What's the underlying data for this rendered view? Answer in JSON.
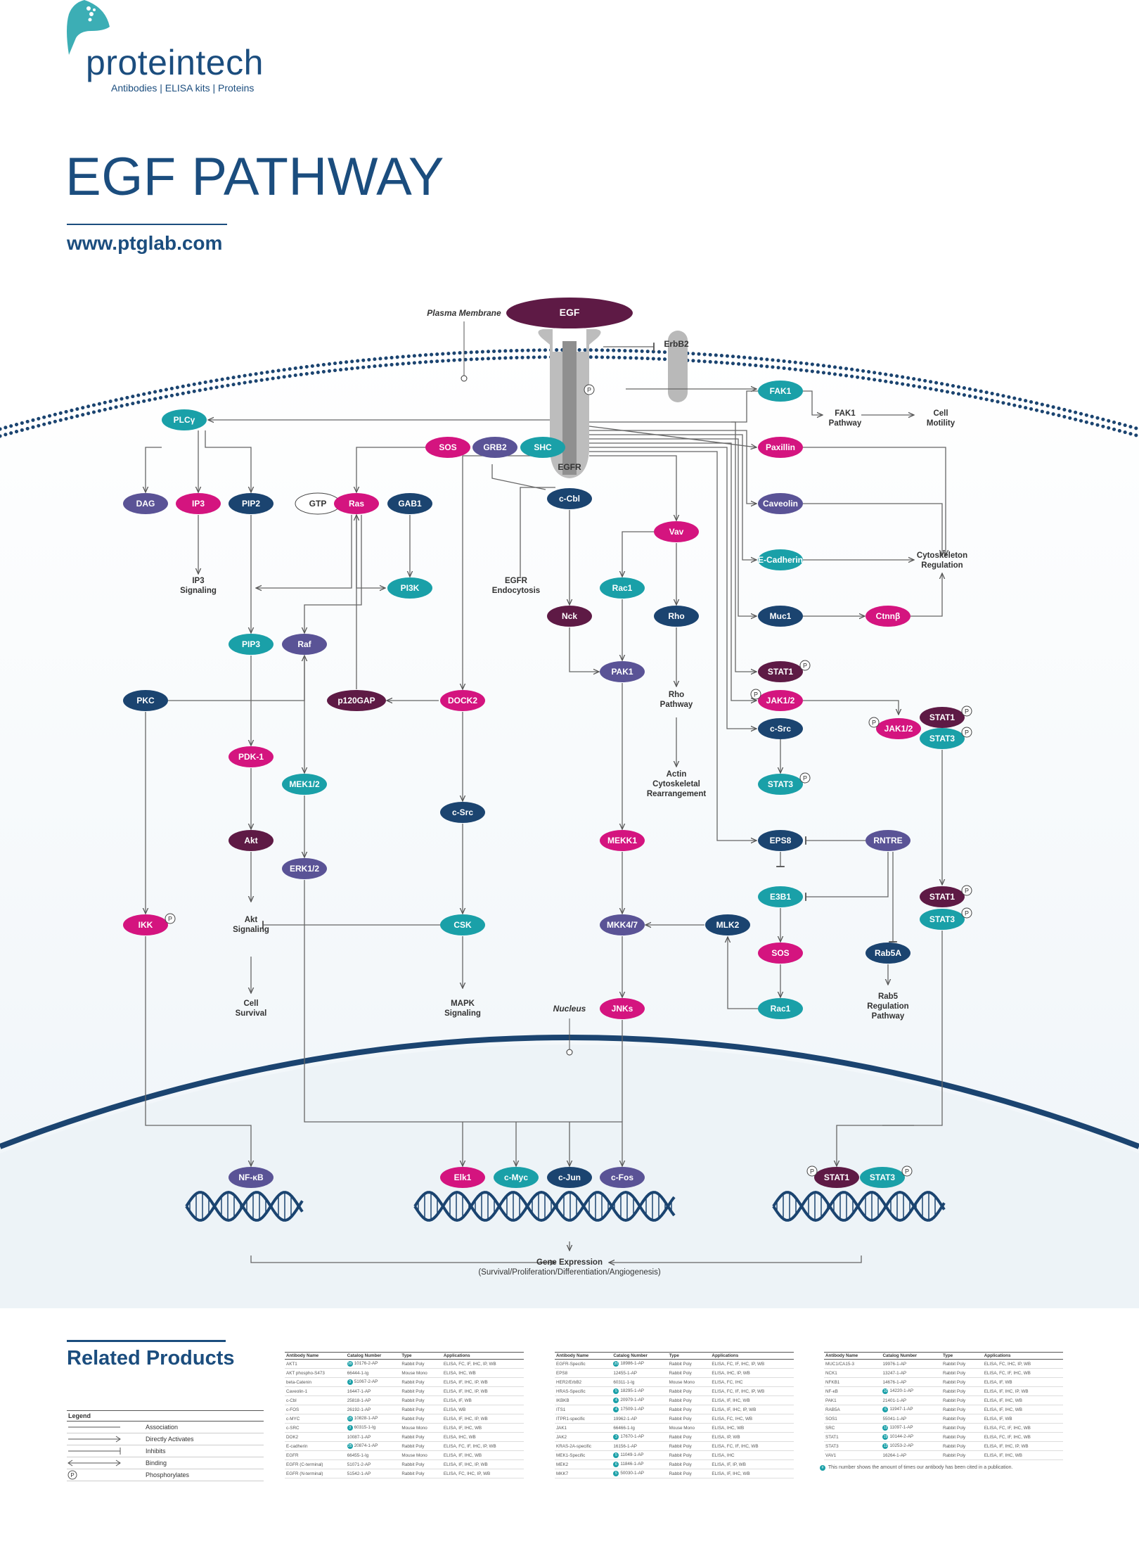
{
  "header": {
    "brand": "proteintech",
    "tagline": "Antibodies  |  ELISA kits  |  Proteins",
    "title": "EGF PATHWAY",
    "url": "www.ptglab.com"
  },
  "colors": {
    "navy": "#1b4470",
    "teal": "#1aa0a8",
    "magenta": "#d4147f",
    "purple": "#5a5396",
    "plum": "#5e1a45",
    "grey": "#b9b9b9",
    "membrane": "#1b4470"
  },
  "diagram": {
    "labels": {
      "plasma_membrane": "Plasma Membrane",
      "nucleus": "Nucleus",
      "fak1_pathway": "FAK1\nPathway",
      "cell_motility": "Cell\nMotility",
      "ip3_signaling": "IP3\nSignaling",
      "egfr_endocytosis": "EGFR\nEndocytosis",
      "cytoskeleton_regulation": "Cytoskeleton\nRegulation",
      "rho_pathway": "Rho\nPathway",
      "actin_rearrangement": "Actin\nCytoskeletal\nRearrangement",
      "akt_signaling": "Akt\nSignaling",
      "cell_survival": "Cell\nSurvival",
      "mapk_signaling": "MAPK\nSignaling",
      "rab5_pathway": "Rab5\nRegulation\nPathway",
      "gene_expression": "Gene Expression",
      "gene_expression_sub": "(Survival/Proliferation/Differentiation/Angiogenesis)"
    },
    "nodes": [
      {
        "id": "EGF",
        "label": "EGF",
        "color": "plum"
      },
      {
        "id": "ErbB2",
        "label": "ErbB2",
        "color": "grey"
      },
      {
        "id": "EGFR",
        "label": "EGFR",
        "color": "grey"
      },
      {
        "id": "PLCg",
        "label": "PLCγ",
        "color": "teal"
      },
      {
        "id": "FAK1",
        "label": "FAK1",
        "color": "teal"
      },
      {
        "id": "SOS",
        "label": "SOS",
        "color": "magenta"
      },
      {
        "id": "GRB2",
        "label": "GRB2",
        "color": "purple"
      },
      {
        "id": "SHC",
        "label": "SHC",
        "color": "teal"
      },
      {
        "id": "Paxillin",
        "label": "Paxillin",
        "color": "magenta"
      },
      {
        "id": "DAG",
        "label": "DAG",
        "color": "purple"
      },
      {
        "id": "IP3",
        "label": "IP3",
        "color": "magenta"
      },
      {
        "id": "PIP2",
        "label": "PIP2",
        "color": "navy"
      },
      {
        "id": "GTP",
        "label": "GTP",
        "color": "white"
      },
      {
        "id": "Ras",
        "label": "Ras",
        "color": "magenta"
      },
      {
        "id": "GAB1",
        "label": "GAB1",
        "color": "navy"
      },
      {
        "id": "cCbl",
        "label": "c-Cbl",
        "color": "navy"
      },
      {
        "id": "Caveolin",
        "label": "Caveolin",
        "color": "purple"
      },
      {
        "id": "Vav",
        "label": "Vav",
        "color": "magenta"
      },
      {
        "id": "ECadherin",
        "label": "E-Cadherin",
        "color": "teal"
      },
      {
        "id": "PI3K",
        "label": "PI3K",
        "color": "teal"
      },
      {
        "id": "Rac1a",
        "label": "Rac1",
        "color": "teal"
      },
      {
        "id": "PIP3",
        "label": "PIP3",
        "color": "teal"
      },
      {
        "id": "Raf",
        "label": "Raf",
        "color": "purple"
      },
      {
        "id": "Nck",
        "label": "Nck",
        "color": "plum"
      },
      {
        "id": "Rho",
        "label": "Rho",
        "color": "navy"
      },
      {
        "id": "Muc1",
        "label": "Muc1",
        "color": "navy"
      },
      {
        "id": "Ctnnb",
        "label": "Ctnnβ",
        "color": "magenta"
      },
      {
        "id": "PAK1",
        "label": "PAK1",
        "color": "purple"
      },
      {
        "id": "STAT1a",
        "label": "STAT1",
        "color": "plum"
      },
      {
        "id": "PKC",
        "label": "PKC",
        "color": "navy"
      },
      {
        "id": "p120GAP",
        "label": "p120GAP",
        "color": "plum"
      },
      {
        "id": "DOCK2",
        "label": "DOCK2",
        "color": "magenta"
      },
      {
        "id": "JAK12a",
        "label": "JAK1/2",
        "color": "magenta"
      },
      {
        "id": "STAT1b",
        "label": "STAT1",
        "color": "plum"
      },
      {
        "id": "JAK12b",
        "label": "JAK1/2",
        "color": "magenta"
      },
      {
        "id": "STAT3b",
        "label": "STAT3",
        "color": "teal"
      },
      {
        "id": "cSrcA",
        "label": "c-Src",
        "color": "navy"
      },
      {
        "id": "PDK1",
        "label": "PDK-1",
        "color": "magenta"
      },
      {
        "id": "MEK12",
        "label": "MEK1/2",
        "color": "teal"
      },
      {
        "id": "STAT3a",
        "label": "STAT3",
        "color": "teal"
      },
      {
        "id": "cSrcB",
        "label": "c-Src",
        "color": "navy"
      },
      {
        "id": "Akt",
        "label": "Akt",
        "color": "plum"
      },
      {
        "id": "MEKK1",
        "label": "MEKK1",
        "color": "magenta"
      },
      {
        "id": "EPS8",
        "label": "EPS8",
        "color": "navy"
      },
      {
        "id": "RNTRE",
        "label": "RNTRE",
        "color": "purple"
      },
      {
        "id": "ERK12",
        "label": "ERK1/2",
        "color": "purple"
      },
      {
        "id": "E3B1",
        "label": "E3B1",
        "color": "teal"
      },
      {
        "id": "STAT1c",
        "label": "STAT1",
        "color": "plum"
      },
      {
        "id": "STAT3c",
        "label": "STAT3",
        "color": "teal"
      },
      {
        "id": "IKK",
        "label": "IKK",
        "color": "magenta"
      },
      {
        "id": "CSK",
        "label": "CSK",
        "color": "teal"
      },
      {
        "id": "MKK47",
        "label": "MKK4/7",
        "color": "purple"
      },
      {
        "id": "MLK2",
        "label": "MLK2",
        "color": "navy"
      },
      {
        "id": "SOS2",
        "label": "SOS",
        "color": "magenta"
      },
      {
        "id": "Rab5A",
        "label": "Rab5A",
        "color": "navy"
      },
      {
        "id": "JNKs",
        "label": "JNKs",
        "color": "magenta"
      },
      {
        "id": "Rac1b",
        "label": "Rac1",
        "color": "teal"
      },
      {
        "id": "NFkB",
        "label": "NF-κB",
        "color": "purple"
      },
      {
        "id": "Elk1",
        "label": "Elk1",
        "color": "magenta"
      },
      {
        "id": "cMyc",
        "label": "c-Myc",
        "color": "teal"
      },
      {
        "id": "cJun",
        "label": "c-Jun",
        "color": "navy"
      },
      {
        "id": "cFos",
        "label": "c-Fos",
        "color": "purple"
      },
      {
        "id": "STAT1n",
        "label": "STAT1",
        "color": "plum"
      },
      {
        "id": "STAT3n",
        "label": "STAT3",
        "color": "teal"
      }
    ],
    "phospho_symbol": "P"
  },
  "related": {
    "title": "Related Products",
    "legend": {
      "title": "Legend",
      "items": [
        "Association",
        "Directly Activates",
        "Inhibits",
        "Binding",
        "Phosphorylates"
      ]
    },
    "columns": [
      "Antibody Name",
      "Catalog Number",
      "Type",
      "Applications"
    ],
    "tables": [
      [
        [
          "AKT1",
          "10176-2-AP",
          "Rabbit Poly",
          "ELISA, FC, IF, IHC, IP, WB"
        ],
        [
          "AKT phospho-S473",
          "66444-1-Ig",
          "Mouse Mono",
          "ELISA, IHC, WB"
        ],
        [
          "beta-Catenin",
          "51067-2-AP",
          "Rabbit Poly",
          "ELISA, IF, IHC, IP, WB"
        ],
        [
          "Caveolin-1",
          "16447-1-AP",
          "Rabbit Poly",
          "ELISA, IF, IHC, IP, WB"
        ],
        [
          "c-Cbl",
          "25818-1-AP",
          "Rabbit Poly",
          "ELISA, IF, WB"
        ],
        [
          "c-FOS",
          "26192-1-AP",
          "Rabbit Poly",
          "ELISA, WB"
        ],
        [
          "c-MYC",
          "10828-1-AP",
          "Rabbit Poly",
          "ELISA, IF, IHC, IP, WB"
        ],
        [
          "c-SRC",
          "60315-1-Ig",
          "Mouse Mono",
          "ELISA, IF, IHC, WB"
        ],
        [
          "DOK2",
          "10087-1-AP",
          "Rabbit Poly",
          "ELISA, IHC, WB"
        ],
        [
          "E-cadherin",
          "20874-1-AP",
          "Rabbit Poly",
          "ELISA, FC, IF, IHC, IP, WB"
        ],
        [
          "EGFR",
          "66455-1-Ig",
          "Mouse Mono",
          "ELISA, IF, IHC, WB"
        ],
        [
          "EGFR (C-terminal)",
          "51071-2-AP",
          "Rabbit Poly",
          "ELISA, IF, IHC, IP, WB"
        ],
        [
          "EGFR (N-terminal)",
          "51542-1-AP",
          "Rabbit Poly",
          "ELISA, FC, IHC, IP, WB"
        ]
      ],
      [
        [
          "EGFR-Specific",
          "18986-1-AP",
          "Rabbit Poly",
          "ELISA, FC, IF, IHC, IP, WB"
        ],
        [
          "EPS8",
          "12455-1-AP",
          "Rabbit Poly",
          "ELISA, IHC, IP, WB"
        ],
        [
          "HER2/ErbB2",
          "60311-1-Ig",
          "Mouse Mono",
          "ELISA, FC, IHC"
        ],
        [
          "HRAS-Specific",
          "18295-1-AP",
          "Rabbit Poly",
          "ELISA, FC, IF, IHC, IP, WB"
        ],
        [
          "IKBKB",
          "20979-1-AP",
          "Rabbit Poly",
          "ELISA, IF, IHC, WB"
        ],
        [
          "ITS1",
          "17509-1-AP",
          "Rabbit Poly",
          "ELISA, IF, IHC, IP, WB"
        ],
        [
          "ITPR1-specific",
          "19962-1-AP",
          "Rabbit Poly",
          "ELISA, FC, IHC, WB"
        ],
        [
          "JAK1",
          "66466-1-Ig",
          "Mouse Mono",
          "ELISA, IHC, WB"
        ],
        [
          "JAK2",
          "17670-1-AP",
          "Rabbit Poly",
          "ELISA, IP, WB"
        ],
        [
          "KRAS-2A-specific",
          "16156-1-AP",
          "Rabbit Poly",
          "ELISA, FC, IF, IHC, WB"
        ],
        [
          "MEK1-Specific",
          "11049-1-AP",
          "Rabbit Poly",
          "ELISA, IHC"
        ],
        [
          "MEK2",
          "11846-1-AP",
          "Rabbit Poly",
          "ELISA, IF, IP, WB"
        ],
        [
          "MKK7",
          "50030-1-AP",
          "Rabbit Poly",
          "ELISA, IF, IHC, WB"
        ]
      ],
      [
        [
          "MUC1/CA15-3",
          "19976-1-AP",
          "Rabbit Poly",
          "ELISA, FC, IHC, IP, WB"
        ],
        [
          "NCK1",
          "13247-1-AP",
          "Rabbit Poly",
          "ELISA, FC, IF, IHC, WB"
        ],
        [
          "NFKB1",
          "14676-1-AP",
          "Rabbit Poly",
          "ELISA, IF, WB"
        ],
        [
          "NF-κB",
          "14220-1-AP",
          "Rabbit Poly",
          "ELISA, IF, IHC, IP, WB"
        ],
        [
          "PAK1",
          "21401-1-AP",
          "Rabbit Poly",
          "ELISA, IF, IHC, WB"
        ],
        [
          "RAB5A",
          "11947-1-AP",
          "Rabbit Poly",
          "ELISA, IF, IHC, WB"
        ],
        [
          "SOS1",
          "55041-1-AP",
          "Rabbit Poly",
          "ELISA, IF, WB"
        ],
        [
          "SRC",
          "11097-1-AP",
          "Rabbit Poly",
          "ELISA, FC, IF, IHC, WB"
        ],
        [
          "STAT1",
          "10144-2-AP",
          "Rabbit Poly",
          "ELISA, FC, IF, IHC, WB"
        ],
        [
          "STAT3",
          "10253-2-AP",
          "Rabbit Poly",
          "ELISA, IF, IHC, IP, WB"
        ],
        [
          "VAV1",
          "16264-1-AP",
          "Rabbit Poly",
          "ELISA, IF, IHC, WB"
        ]
      ]
    ],
    "citations": [
      [
        "99",
        "",
        "3",
        "",
        "",
        "",
        "15",
        "3",
        "",
        "25",
        "",
        "",
        ""
      ],
      [
        "20",
        "",
        "",
        "5",
        "4",
        "4",
        "",
        "",
        "3",
        "",
        "5",
        "6",
        "5"
      ],
      [
        "",
        "",
        "",
        "10",
        "",
        "6",
        "",
        "12",
        "19",
        "13",
        "",
        ""
      ]
    ],
    "footnote": "This number shows the amount of times our antibody has been cited in a publication."
  }
}
